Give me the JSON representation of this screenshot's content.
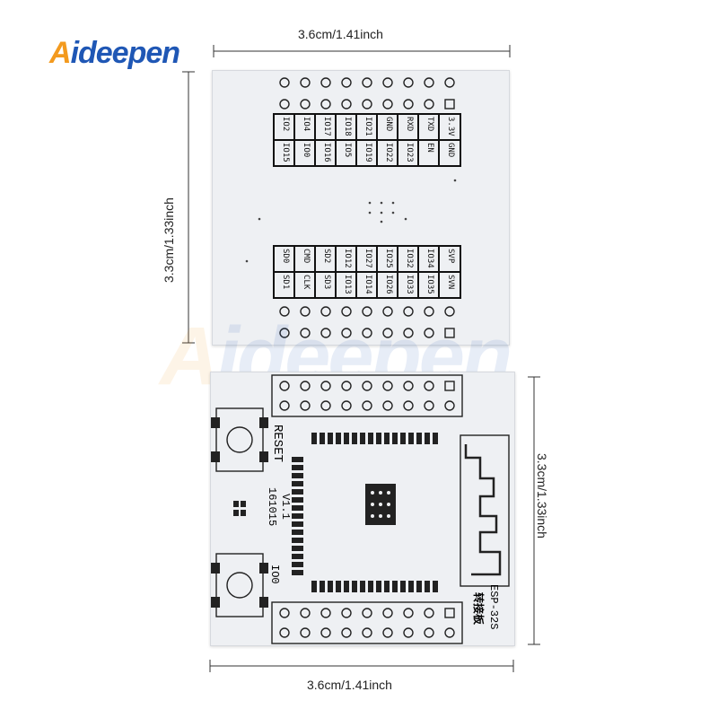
{
  "brand": {
    "logo_first": "A",
    "logo_rest": "ideepen",
    "watermark_first": "A",
    "watermark_rest": "ideepen"
  },
  "dimensions": {
    "top_width": "3.6cm/1.41inch",
    "top_height": "3.3cm/1.33inch",
    "bottom_width": "3.6cm/1.41inch",
    "bottom_height": "3.3cm/1.33inch"
  },
  "top_board": {
    "upper_labels_row1": [
      "IO2",
      "IO4",
      "IO17",
      "IO18",
      "IO21",
      "GND",
      "RXD",
      "TXD",
      "3.3V"
    ],
    "upper_labels_row2": [
      "IO15",
      "IO0",
      "IO16",
      "IO5",
      "IO19",
      "IO22",
      "IO23",
      "EN",
      "GND"
    ],
    "lower_labels_row1": [
      "SD0",
      "CMD",
      "SD2",
      "IO12",
      "IO27",
      "IO25",
      "IO32",
      "IO34",
      "SVP"
    ],
    "lower_labels_row2": [
      "SD1",
      "CLK",
      "SD3",
      "IO13",
      "IO14",
      "IO26",
      "IO33",
      "IO35",
      "SVN"
    ]
  },
  "bottom_board": {
    "reset_label": "RESET",
    "version": "V1.1",
    "date": "161015",
    "io0_label": "IO0",
    "module_label": "ESP-32S",
    "chinese_label": "转接板"
  },
  "colors": {
    "board": "#eef0f3",
    "silk": "#111111",
    "logo_orange": "#f39a1e",
    "logo_blue": "#1f57b5"
  }
}
